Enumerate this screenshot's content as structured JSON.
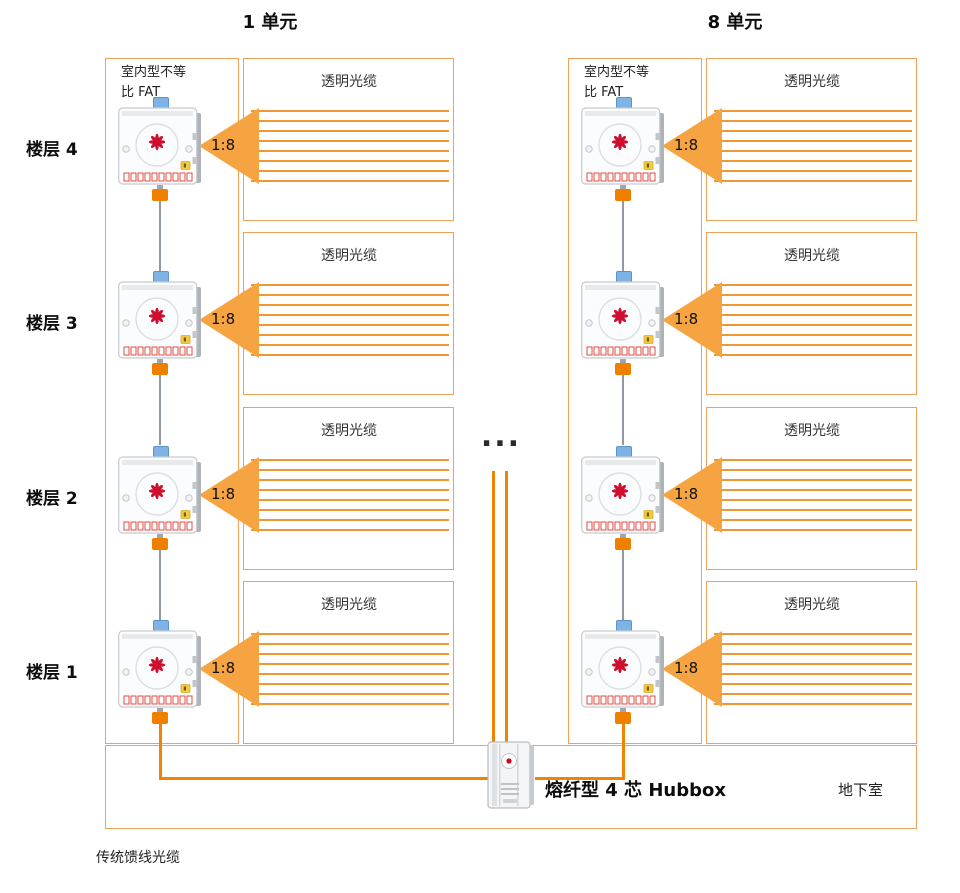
{
  "units": [
    {
      "title": "1 单元",
      "fat_label": {
        "line1": "室内型不等",
        "line2": "比 FAT"
      },
      "floors": [
        {
          "cable": "透明光缆",
          "splitter": "1:8"
        },
        {
          "cable": "透明光缆",
          "splitter": "1:8"
        },
        {
          "cable": "透明光缆",
          "splitter": "1:8"
        },
        {
          "cable": "透明光缆",
          "splitter": "1:8"
        }
      ]
    },
    {
      "title": "8 单元",
      "fat_label": {
        "line1": "室内型不等",
        "line2": "比 FAT"
      },
      "floors": [
        {
          "cable": "透明光缆",
          "splitter": "1:8"
        },
        {
          "cable": "透明光缆",
          "splitter": "1:8"
        },
        {
          "cable": "透明光缆",
          "splitter": "1:8"
        },
        {
          "cable": "透明光缆",
          "splitter": "1:8"
        }
      ]
    }
  ],
  "floor_labels": [
    "楼层 4",
    "楼层 3",
    "楼层 2",
    "楼层 1"
  ],
  "ellipsis": "...",
  "basement": {
    "hubbox_label": "熔纤型 4 芯 Hubbox",
    "room_label": "地下室"
  },
  "feeder_label": "传统馈线光缆",
  "fibers_per_floor": 8,
  "colors": {
    "box_border_orange": "#F0A05A",
    "fiber_orange": "#EF9730",
    "fan_orange": "#F5A441",
    "cable_orange": "#F08300",
    "clip_blue": "#7FB2E5",
    "huawei_red": "#CE0E2D"
  }
}
